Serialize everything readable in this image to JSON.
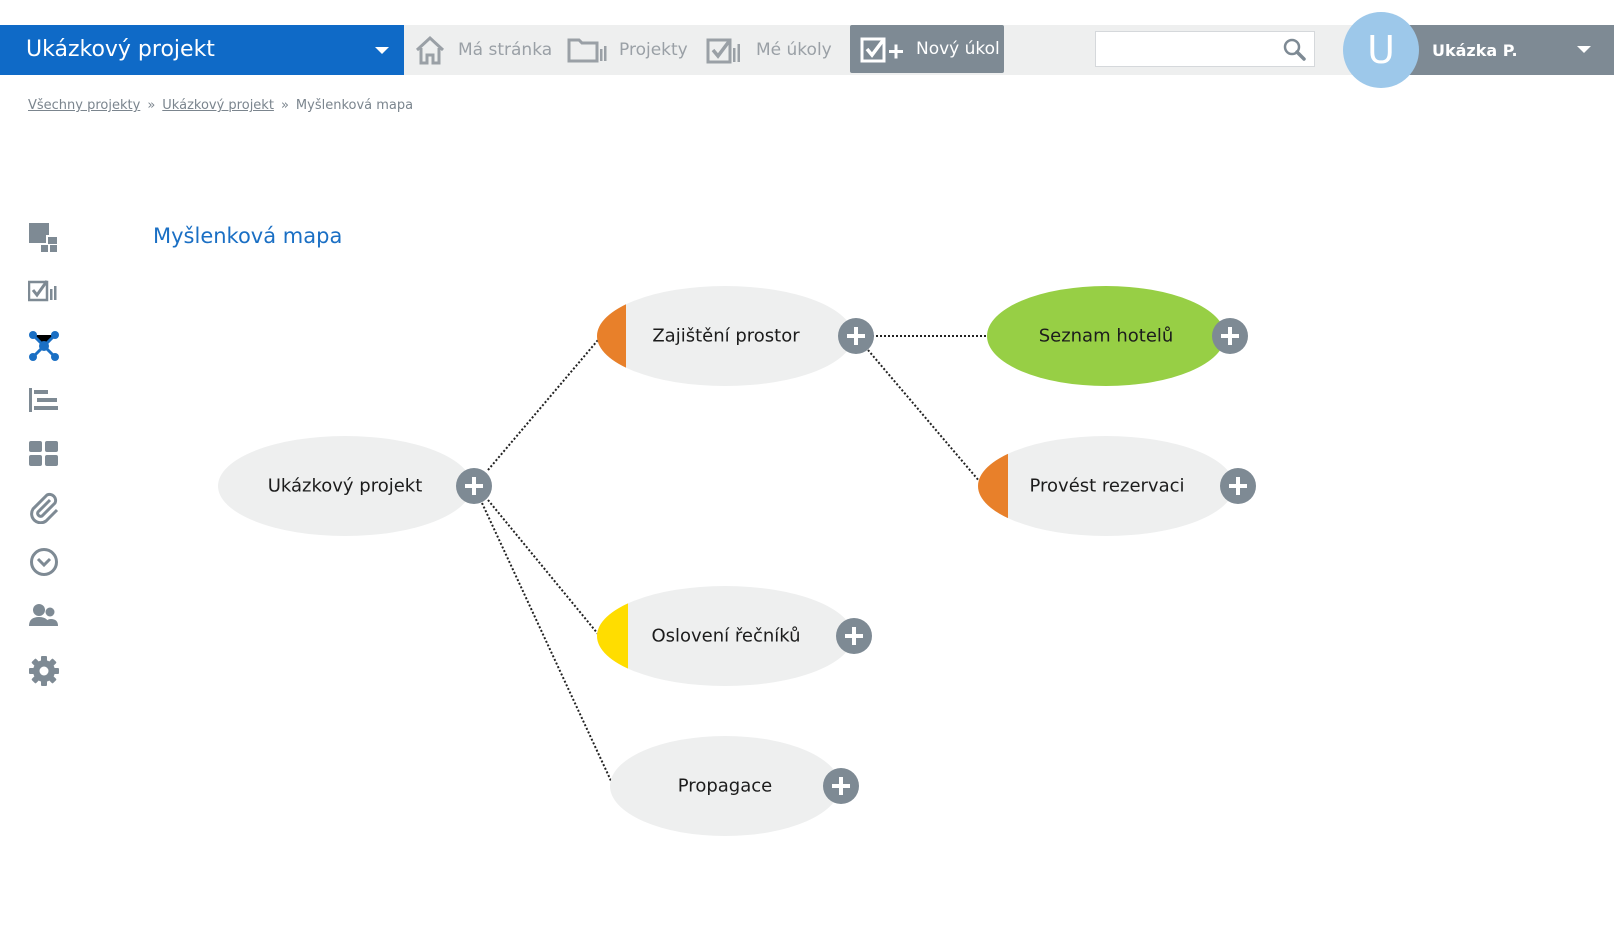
{
  "project_switcher": {
    "title": "Ukázkový projekt"
  },
  "nav": {
    "home": "Má stránka",
    "projects": "Projekty",
    "tasks": "Mé úkoly",
    "new_task": "Nový úkol"
  },
  "search": {
    "placeholder": ""
  },
  "user": {
    "initial": "U",
    "name": "Ukázka P."
  },
  "breadcrumb": {
    "items": [
      "Všechny projekty",
      "Ukázkový projekt"
    ],
    "separator": "»",
    "current": "Myšlenková mapa"
  },
  "sidebar": {
    "items": [
      {
        "icon": "overview-icon"
      },
      {
        "icon": "tasks-icon"
      },
      {
        "icon": "mindmap-icon",
        "active": true
      },
      {
        "icon": "gantt-icon"
      },
      {
        "icon": "dashboard-icon"
      },
      {
        "icon": "attachment-icon"
      },
      {
        "icon": "time-icon"
      },
      {
        "icon": "users-icon"
      },
      {
        "icon": "settings-icon"
      }
    ]
  },
  "page": {
    "title": "Myšlenková mapa"
  },
  "mindmap": {
    "nodes": [
      {
        "id": "root",
        "label": "Ukázkový projekt",
        "status_color": null,
        "fill": "#eeefef"
      },
      {
        "id": "n1",
        "label": "Zajištění prostor",
        "status_color": "#e8802a",
        "fill": "#eeefef"
      },
      {
        "id": "n2",
        "label": "Seznam hotelů",
        "status_color": null,
        "fill": "#97cf45"
      },
      {
        "id": "n3",
        "label": "Provést rezervaci",
        "status_color": "#e8802a",
        "fill": "#eeefef"
      },
      {
        "id": "n4",
        "label": "Oslovení řečníků",
        "status_color": "#ffdd00",
        "fill": "#eeefef"
      },
      {
        "id": "n5",
        "label": "Propagace",
        "status_color": null,
        "fill": "#eeefef"
      }
    ],
    "edges": [
      [
        "root",
        "n1"
      ],
      [
        "root",
        "n4"
      ],
      [
        "root",
        "n5"
      ],
      [
        "n1",
        "n2"
      ],
      [
        "n1",
        "n3"
      ]
    ]
  },
  "colors": {
    "brand": "#0f6ac7",
    "grey": "#7e8a94",
    "node": "#eeefef",
    "orange": "#e8802a",
    "yellow": "#ffdd00",
    "green": "#97cf45"
  }
}
